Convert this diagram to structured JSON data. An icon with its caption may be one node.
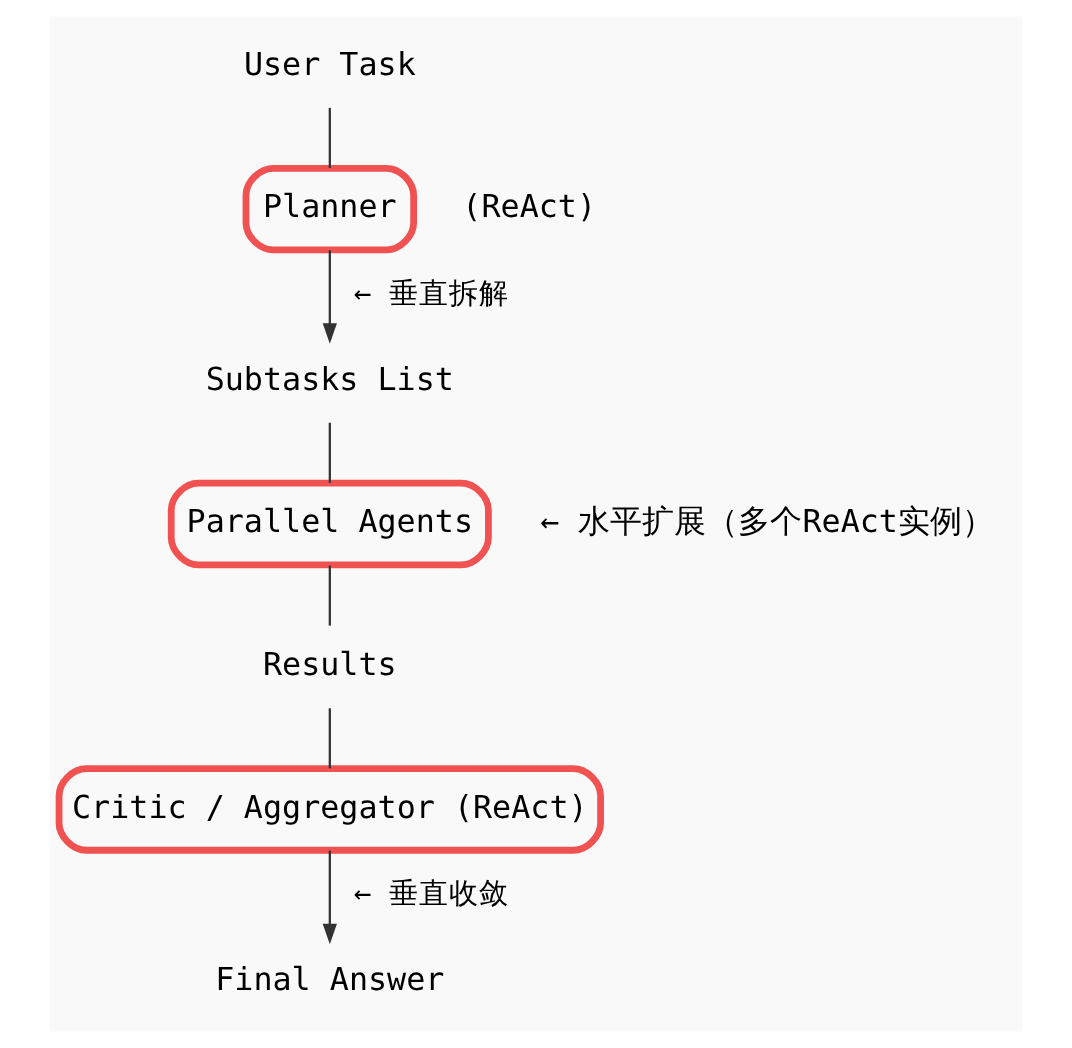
{
  "diagram": {
    "nodes": [
      {
        "text": [
          "User Task"
        ]
      },
      {
        "text": [
          "Planner"
        ],
        "beside": [
          "(ReAct)"
        ]
      },
      {
        "text": [
          "Subtasks List"
        ]
      },
      {
        "text": [
          "Parallel Agents"
        ],
        "beside": [
          "← 水平扩展（多个ReAct实例）"
        ]
      },
      {
        "text": [
          "Results"
        ]
      },
      {
        "text": [
          "Critic / Aggregator (ReAct)"
        ]
      },
      {
        "text": [
          "Final Answer"
        ]
      }
    ],
    "edges": [
      {
        "from": 0,
        "to": 1,
        "arrow": "none"
      },
      {
        "from": 1,
        "to": 2,
        "arrow": "to",
        "label": "← 垂直拆解"
      },
      {
        "from": 2,
        "to": 3,
        "arrow": "none"
      },
      {
        "from": 3,
        "to": 4,
        "arrow": "none"
      },
      {
        "from": 4,
        "to": 5,
        "arrow": "none"
      },
      {
        "from": 5,
        "to": 6,
        "arrow": "to",
        "label": "← 垂直收敛"
      }
    ]
  }
}
